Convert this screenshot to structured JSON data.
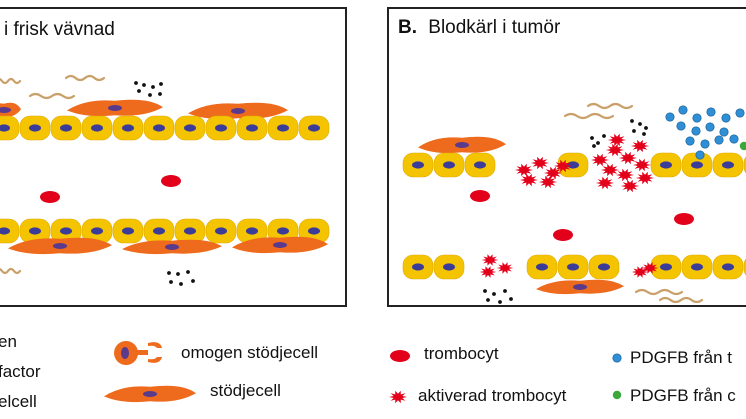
{
  "panel_a": {
    "title": "i frisk vävnad"
  },
  "panel_b": {
    "letter": "B.",
    "title": "Blodkärl i tumör"
  },
  "legend": {
    "left_items": [
      "en",
      "factor",
      "elcell"
    ],
    "immature_pericyte": "omogen stödjecell",
    "pericyte": "stödjecell",
    "platelet": "trombocyt",
    "activated_platelet": "aktiverad trombocyt",
    "pdgfb_1": "PDGFB från t",
    "pdgfb_2": "PDGFB från c"
  },
  "colors": {
    "endothelial_cell": "#f5c400",
    "nucleus": "#3b3b9a",
    "pericyte": "#ee6a1d",
    "pericyte_nucleus": "#5a3a8c",
    "platelet": "#e3001b",
    "fiber": "#c9a06a",
    "pdgfb_blue": "#2f8fd6",
    "pdgfb_green": "#3aa83a",
    "frame": "#222222"
  }
}
